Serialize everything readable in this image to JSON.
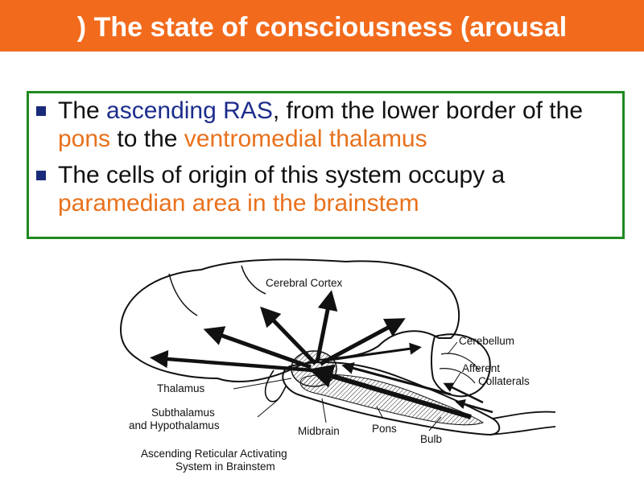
{
  "slide": {
    "title": ") The state of consciousness (arousal"
  },
  "bullets": [
    {
      "parts": [
        {
          "text": "The ",
          "style": "plain"
        },
        {
          "text": "ascending RAS",
          "style": "blue"
        },
        {
          "text": ", from the lower border of the ",
          "style": "plain"
        },
        {
          "text": "pons",
          "style": "orange"
        },
        {
          "text": " to the ",
          "style": "plain"
        },
        {
          "text": "ventromedial thalamus",
          "style": "orange"
        }
      ]
    },
    {
      "parts": [
        {
          "text": "The cells of origin of this system occupy a ",
          "style": "plain"
        },
        {
          "text": "paramedian area in the brainstem",
          "style": "orange"
        }
      ]
    }
  ],
  "figure": {
    "labels": {
      "cerebral_cortex": "Cerebral Cortex",
      "cerebellum": "Cerebellum",
      "afferent": "Afferent",
      "collaterals": "Collaterals",
      "thalamus": "Thalamus",
      "subthalamus": "Subthalamus",
      "hypothalamus": "and Hypothalamus",
      "midbrain": "Midbrain",
      "pons": "Pons",
      "bulb": "Bulb",
      "caption_line1": "Ascending Reticular Activating",
      "caption_line2": "System in Brainstem"
    }
  },
  "colors": {
    "title_bar": "#f26b1d",
    "box_border": "#1f8a1f",
    "accent_blue": "#1d2d8c",
    "accent_orange": "#e8711c"
  }
}
